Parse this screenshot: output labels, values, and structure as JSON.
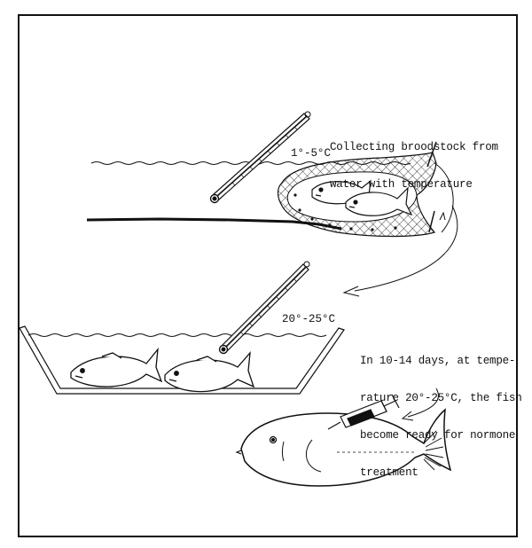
{
  "captions": {
    "collect_line1": "Collecting broodstock from",
    "collect_line2": "water with temperature",
    "ready_line1": "In 10-14 days, at tempe-",
    "ready_line2": "rature 20°-25°C, the fish",
    "ready_line3": "become ready for normone",
    "ready_line4": "treatment"
  },
  "temperatures": {
    "cold": "1°-5°C",
    "warm": "20°-25°C"
  },
  "colors": {
    "ink": "#111111",
    "paper": "#ffffff"
  }
}
